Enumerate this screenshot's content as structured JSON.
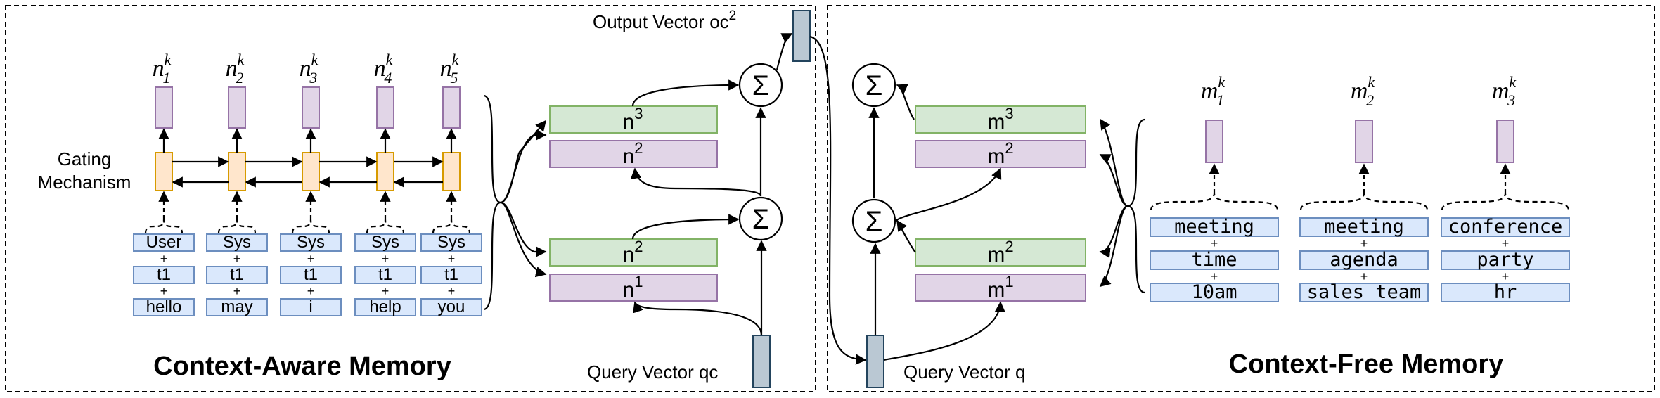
{
  "panels": {
    "left_title": "Context-Aware Memory",
    "right_title": "Context-Free Memory"
  },
  "labels": {
    "gating_line1": "Gating",
    "gating_line2": "Mechanism",
    "output_vector": "Output Vector oc",
    "output_vector_sup": "2",
    "query_vector_qc": "Query Vector qc",
    "query_vector_q": "Query Vector q",
    "sum_symbol": "Σ",
    "plus": "+"
  },
  "context_aware": {
    "node_labels": [
      {
        "base": "n",
        "sub": "1",
        "sup": "k"
      },
      {
        "base": "n",
        "sub": "2",
        "sup": "k"
      },
      {
        "base": "n",
        "sub": "3",
        "sup": "k"
      },
      {
        "base": "n",
        "sub": "4",
        "sup": "k"
      },
      {
        "base": "n",
        "sub": "5",
        "sup": "k"
      }
    ],
    "columns": [
      [
        "User",
        "t1",
        "hello"
      ],
      [
        "Sys",
        "t1",
        "may"
      ],
      [
        "Sys",
        "t1",
        "i"
      ],
      [
        "Sys",
        "t1",
        "help"
      ],
      [
        "Sys",
        "t1",
        "you"
      ]
    ],
    "hops_upper": [
      {
        "base": "n",
        "sup": "3"
      },
      {
        "base": "n",
        "sup": "2"
      }
    ],
    "hops_lower": [
      {
        "base": "n",
        "sup": "2"
      },
      {
        "base": "n",
        "sup": "1"
      }
    ]
  },
  "context_free": {
    "node_labels": [
      {
        "base": "m",
        "sub": "1",
        "sup": "k"
      },
      {
        "base": "m",
        "sub": "2",
        "sup": "k"
      },
      {
        "base": "m",
        "sub": "3",
        "sup": "k"
      }
    ],
    "columns": [
      [
        "meeting",
        "time",
        "10am"
      ],
      [
        "meeting",
        "agenda",
        "sales team"
      ],
      [
        "conference",
        "party",
        "hr"
      ]
    ],
    "hops_upper": [
      {
        "base": "m",
        "sup": "3"
      },
      {
        "base": "m",
        "sup": "2"
      }
    ],
    "hops_lower": [
      {
        "base": "m",
        "sup": "2"
      },
      {
        "base": "m",
        "sup": "1"
      }
    ]
  },
  "colors": {
    "purple_fill": "#e1d5e7",
    "purple_stroke": "#9673a6",
    "orange_fill": "#ffe6cc",
    "orange_stroke": "#d79b00",
    "green_fill": "#d5e8d4",
    "green_stroke": "#82b366",
    "blue_fill": "#dae8fc",
    "blue_stroke": "#6c8ebf",
    "vector_fill": "#bac8d3",
    "vector_stroke": "#23445d"
  }
}
